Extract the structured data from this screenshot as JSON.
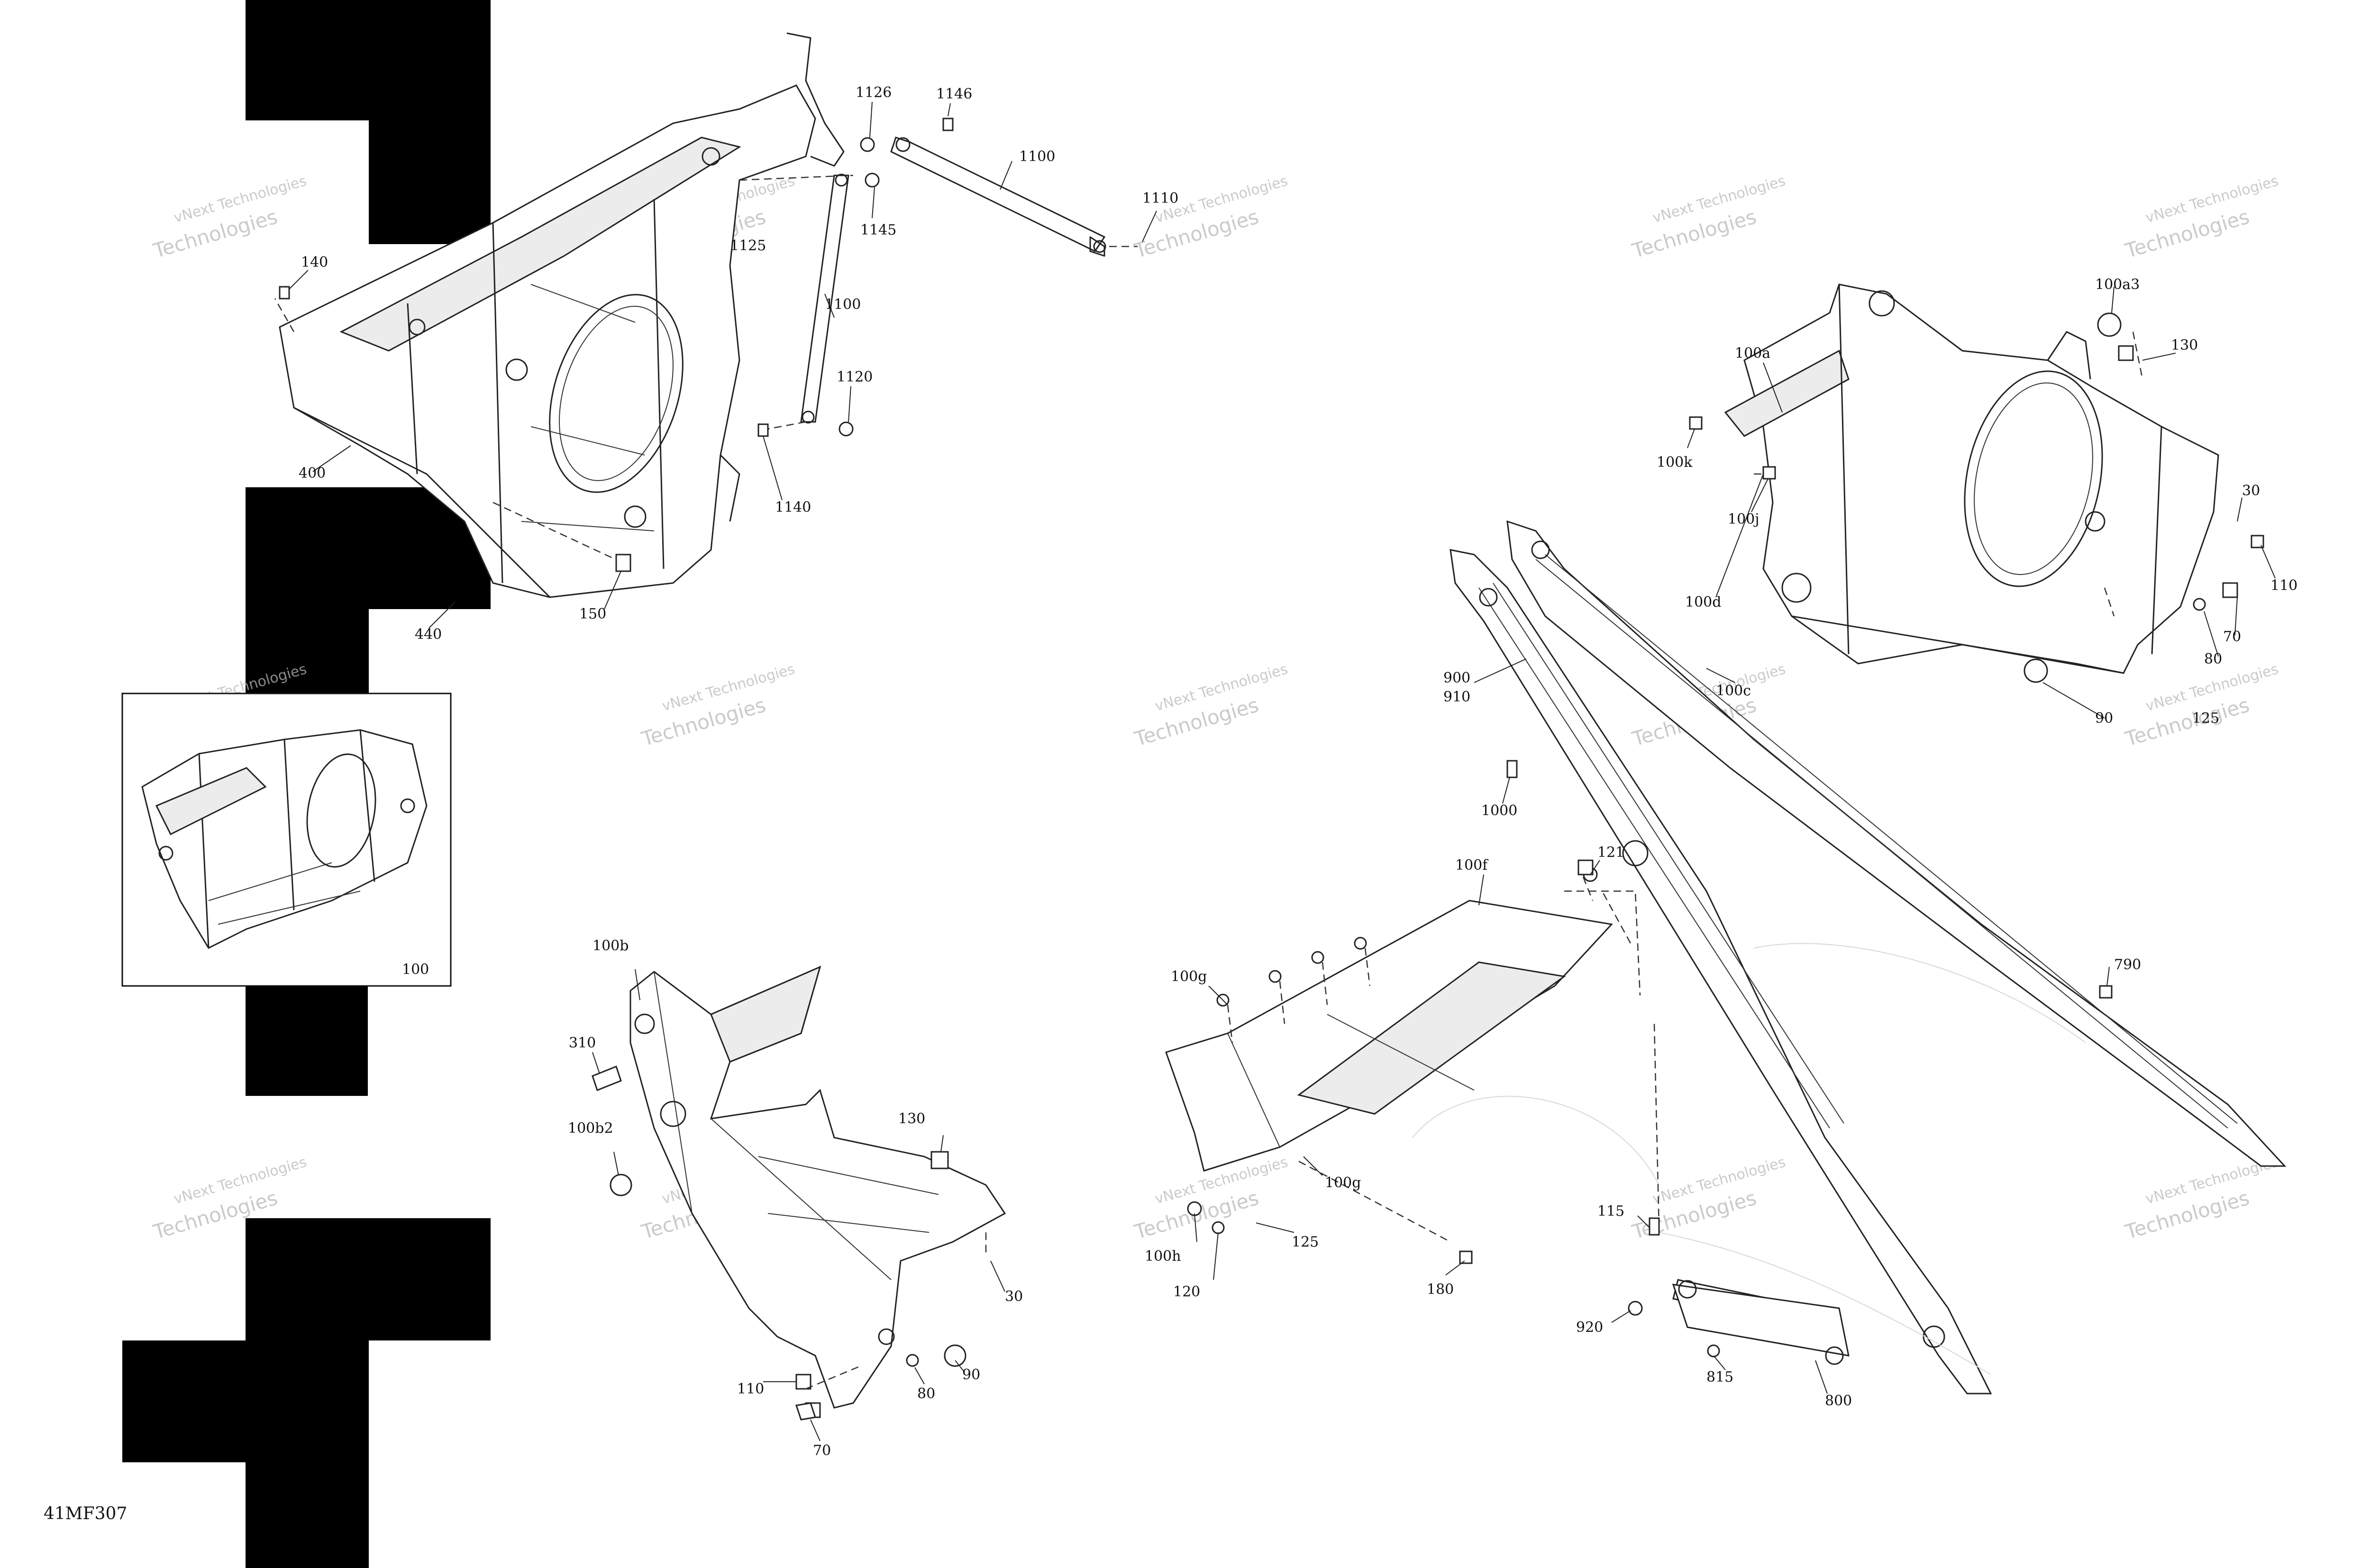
{
  "document": {
    "figure_code": "41MF307",
    "watermark": {
      "line1": "vNext Technologies",
      "line2": "Technologies"
    }
  },
  "callouts": {
    "c1126": "1126",
    "c1146": "1146",
    "c1100a": "1100",
    "c1110": "1110",
    "c1145": "1145",
    "c1125": "1125",
    "c1100b": "1100",
    "c140": "140",
    "c1120": "1120",
    "c400": "400",
    "c1140": "1140",
    "c150": "150",
    "c440": "440",
    "c100": "100",
    "c100a3": "100a3",
    "c130a": "130",
    "c100a": "100a",
    "c100k": "100k",
    "c100j": "100j",
    "c30a": "30",
    "c110a": "110",
    "c100d": "100d",
    "c70a": "70",
    "c80a": "80",
    "c100c": "100c",
    "c90a": "90",
    "c125a": "125",
    "c900": "900",
    "c910": "910",
    "c1000": "1000",
    "c121": "121",
    "c100f": "100f",
    "c790": "790",
    "c100g_a": "100g",
    "c100g_b": "100g",
    "c100h": "100h",
    "c120": "120",
    "c125b": "125",
    "c180": "180",
    "c115": "115",
    "c920": "920",
    "c815": "815",
    "c800": "800",
    "c100b": "100b",
    "c310": "310",
    "c100b2": "100b2",
    "c130b": "130",
    "c30b": "30",
    "c110b": "110",
    "c80b": "80",
    "c90b": "90",
    "c70b": "70"
  }
}
